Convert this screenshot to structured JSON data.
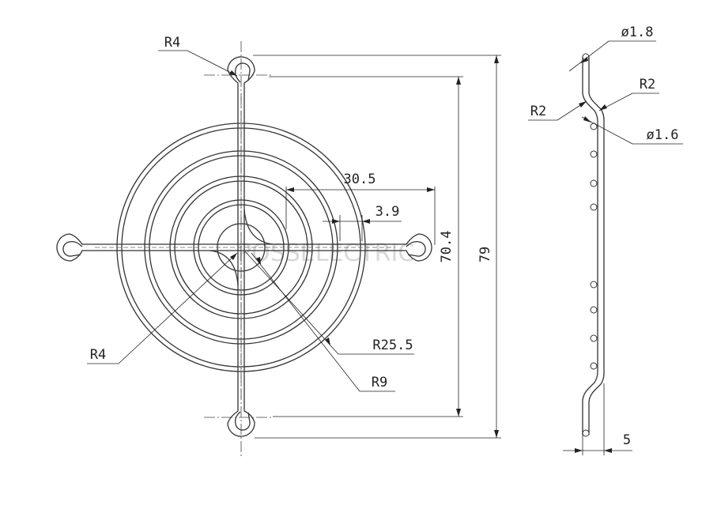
{
  "watermark": "POSSELECTRIC",
  "labels": {
    "r4_top": "R4",
    "r4_bottom": "R4",
    "dim_30_5": "30.5",
    "dim_3_9": "3.9",
    "dim_70_4": "70.4",
    "dim_79": "79",
    "r25_5": "R25.5",
    "r9": "R9",
    "dia_1_8": "ø1.8",
    "dia_1_6": "ø1.6",
    "r2_left": "R2",
    "r2_right": "R2",
    "dim_5": "5"
  }
}
